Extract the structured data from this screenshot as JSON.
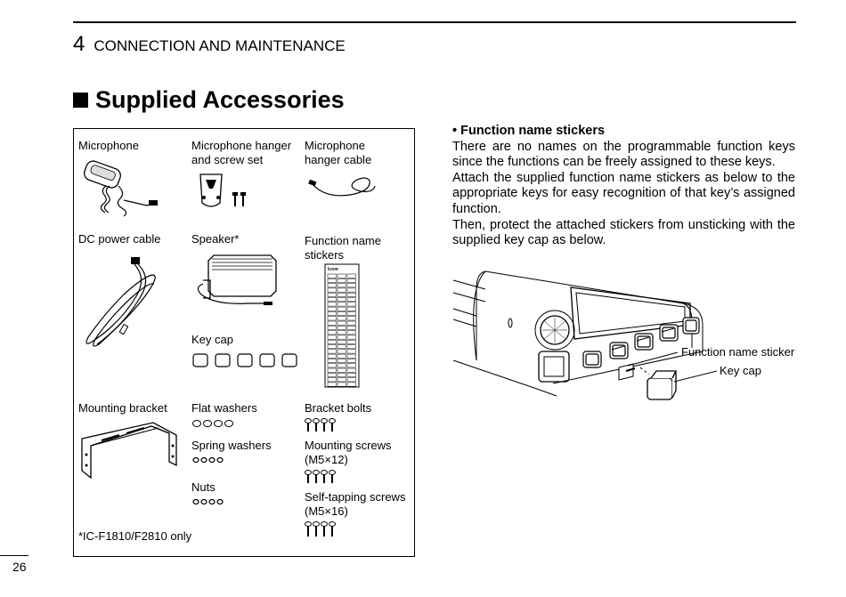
{
  "header": {
    "chapter_number": "4",
    "chapter_title": "CONNECTION AND MAINTENANCE"
  },
  "section": {
    "title": "Supplied Accessories"
  },
  "accessories": {
    "microphone": "Microphone",
    "hanger_screw": "Microphone hanger and screw set",
    "hanger_cable": "Microphone hanger cable",
    "dc_cable": "DC power cable",
    "speaker": "Speaker*",
    "fn_stickers": "Function name stickers",
    "key_cap": "Key cap",
    "mounting_bracket": "Mounting bracket",
    "flat_washers": "Flat washers",
    "spring_washers": "Spring washers",
    "nuts": "Nuts",
    "bracket_bolts": "Bracket bolts",
    "mounting_screws": "Mounting screws (M5×12)",
    "self_tapping": "Self-tapping screws (M5×16)",
    "footnote": "*IC-F1810/F2810 only",
    "sticker_brand": "Icom"
  },
  "function_stickers": {
    "heading": "• Function name stickers",
    "para1": "There are no names on the programmable function keys since the  functions can be freely assigned to these keys.",
    "para2": "Attach the supplied function name stickers as below to the appropriate keys for easy recognition of that key’s assigned function.",
    "para3": "Then, protect the attached stickers from unsticking with the supplied key cap as below."
  },
  "diagram": {
    "callout_sticker": "Function name sticker",
    "callout_keycap": "Key cap"
  },
  "footer": {
    "page_number": "26"
  }
}
